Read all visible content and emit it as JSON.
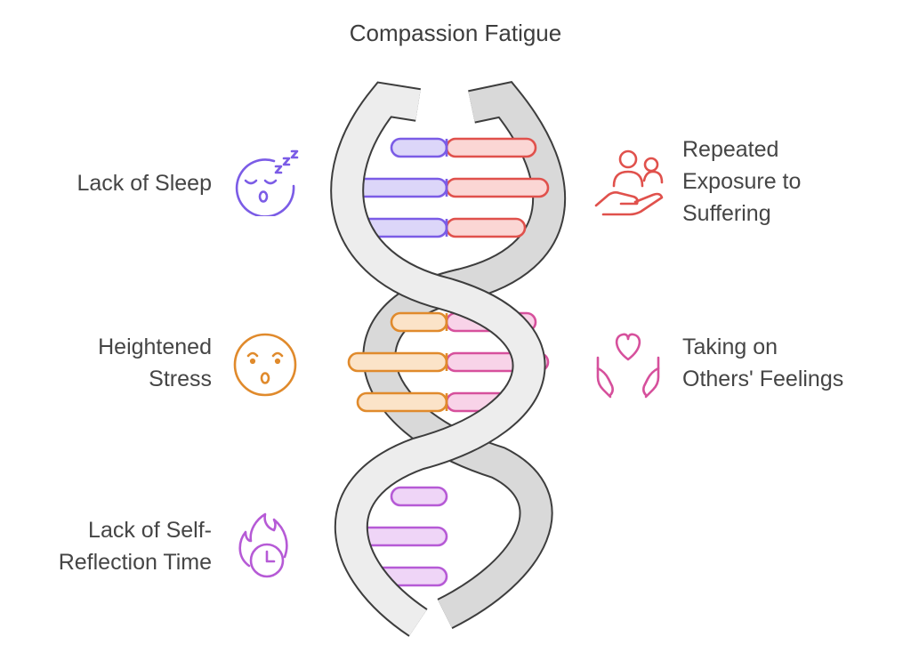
{
  "title": "Compassion Fatigue",
  "left_items": [
    {
      "lines": [
        "Lack of Sleep"
      ],
      "icon": "sleeping-face-icon",
      "color": "#7b5ce6",
      "fill": "#dcd6f9"
    },
    {
      "lines": [
        "Heightened",
        "Stress"
      ],
      "icon": "surprised-face-icon",
      "color": "#e08a2c",
      "fill": "#fbe3c8"
    },
    {
      "lines": [
        "Lack of Self-",
        "Reflection Time"
      ],
      "icon": "burning-clock-icon",
      "color": "#b65ad6",
      "fill": "#efd5f7"
    }
  ],
  "right_items": [
    {
      "lines": [
        "Repeated",
        "Exposure to",
        "Suffering"
      ],
      "icon": "people-in-hand-icon",
      "color": "#e0514c",
      "fill": "#fbd6d4"
    },
    {
      "lines": [
        "Taking on",
        "Others' Feelings"
      ],
      "icon": "heart-in-hands-icon",
      "color": "#d6509c",
      "fill": "#f8d3e8"
    }
  ]
}
